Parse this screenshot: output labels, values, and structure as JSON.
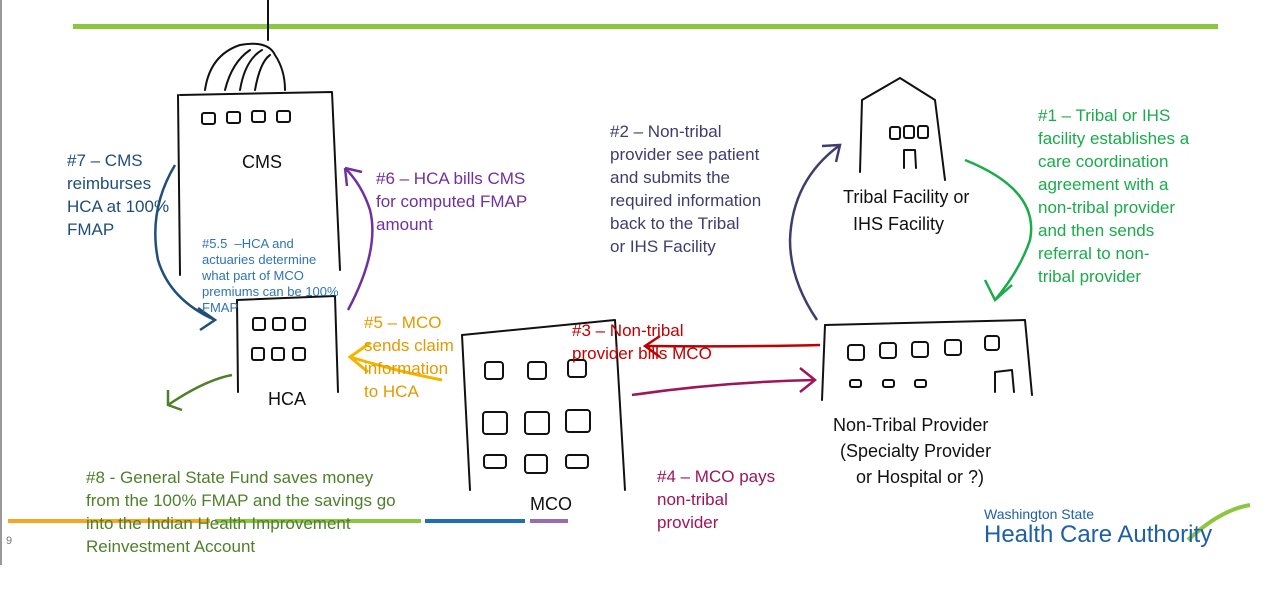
{
  "slide": {
    "page_number": "9"
  },
  "labels": {
    "cms": "CMS",
    "hca": "HCA",
    "mco": "MCO",
    "tribal_line1": "Tribal Facility or",
    "tribal_line2": "IHS Facility",
    "nontribal_line1": "Non-Tribal Provider",
    "nontribal_line2": "(Specialty Provider",
    "nontribal_line3": "or Hospital or ?)"
  },
  "steps": {
    "s1": [
      "#1 – Tribal or IHS",
      "facility establishes a",
      "care coordination",
      "agreement with a",
      "non-tribal provider",
      "and then sends",
      "referral to non-",
      "tribal provider"
    ],
    "s2": [
      "#2 – Non-tribal",
      "provider see patient",
      "and submits the",
      "required information",
      "back to the Tribal",
      "or IHS Facility"
    ],
    "s3": [
      "#3 – Non-tribal",
      "provider bills MCO"
    ],
    "s4": [
      "#4 – MCO pays",
      "non-tribal",
      "provider"
    ],
    "s5": [
      "#5 – MCO",
      "sends claim",
      "information",
      "to HCA"
    ],
    "s55": [
      "#5.5  –HCA and",
      "actuaries determine",
      "what part of MCO",
      "premiums can be 100%",
      "FMAP"
    ],
    "s6": [
      "#6 – HCA bills CMS",
      "for computed FMAP",
      "amount"
    ],
    "s7": [
      "#7 – CMS",
      "reimburses",
      "HCA at 100%",
      "FMAP"
    ],
    "s8": [
      "#8 - General State Fund saves money",
      "from the 100% FMAP and the savings go",
      "into the Indian Health Improvement",
      "Reinvestment Account"
    ]
  },
  "logo": {
    "top": "Washington State",
    "main": "Health Care Authority"
  },
  "colors": {
    "accent_green": "#8dc63f",
    "step1": "#1aab4b",
    "step2": "#3f3d6e",
    "step3": "#c00000",
    "step4": "#9e1559",
    "step5": "#e39a00",
    "step55": "#2e74b5",
    "step6": "#7030a0",
    "step7": "#1f4e79",
    "step8": "#4e7f2a",
    "bar_orange": "#f5a623",
    "bar_green": "#8dc63f",
    "bar_blue": "#1e6fb8",
    "bar_purple": "#9b6bb0",
    "logo_blue": "#1e5fa8"
  }
}
